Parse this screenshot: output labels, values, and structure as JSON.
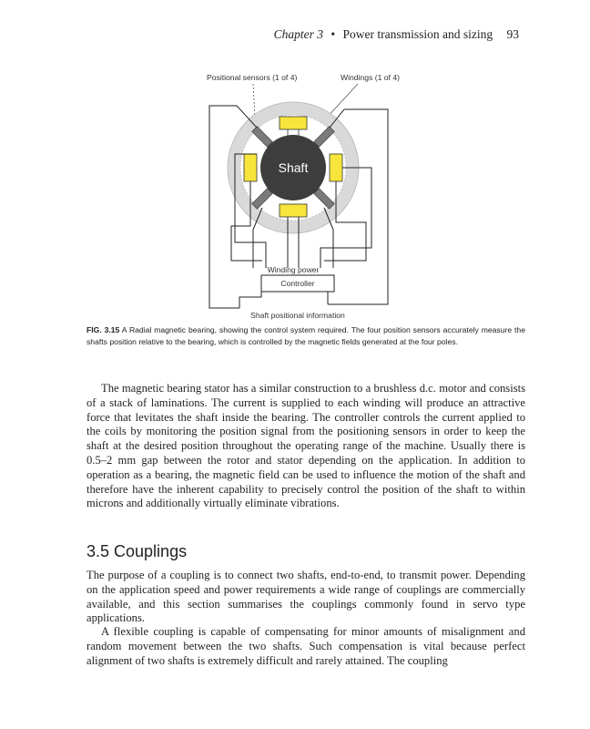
{
  "header": {
    "chapter": "Chapter 3",
    "separator": "•",
    "title": "Power transmission and sizing",
    "page_number": "93"
  },
  "figure": {
    "labels": {
      "positional_sensors": "Positional sensors (1 of 4)",
      "windings": "Windings (1 of 4)",
      "shaft": "Shaft",
      "winding_power": "Winding power",
      "controller": "Controller",
      "shaft_info": "Shaft positional information"
    },
    "colors": {
      "winding": "#f7e53b",
      "shaft": "#3d3d3d",
      "stator": "#d9d9d9",
      "sensor": "#7a7a7a"
    }
  },
  "caption": {
    "number": "FIG. 3.15",
    "text": "A Radial magnetic bearing, showing the control system required. The four position sensors accurately measure the shafts position relative to the bearing, which is controlled by the magnetic fields generated at the four poles."
  },
  "paragraphs": [
    "The magnetic bearing stator has a similar construction to a brushless d.c. motor and consists of a stack of laminations. The current is supplied to each winding will produce an attractive force that levitates the shaft inside the bearing. The controller controls the current applied to the coils by monitoring the position signal from the positioning sensors in order to keep the shaft at the desired position throughout the operating range of the machine. Usually there is 0.5–2 mm gap between the rotor and stator depending on the application. In addition to operation as a bearing, the magnetic field can be used to influence the motion of the shaft and therefore have the inherent capability to precisely control the position of the shaft to within microns and additionally virtually eliminate vibrations."
  ],
  "section": {
    "heading": "3.5 Couplings",
    "paragraphs": [
      "The purpose of a coupling is to connect two shafts, end-to-end, to transmit power. Depending on the application speed and power requirements a wide range of couplings are commercially available, and this section summarises the couplings commonly found in servo type applications.",
      "A flexible coupling is capable of compensating for minor amounts of misalignment and random movement between the two shafts. Such compensation is vital because perfect alignment of two shafts is extremely difficult and rarely attained. The coupling"
    ]
  }
}
